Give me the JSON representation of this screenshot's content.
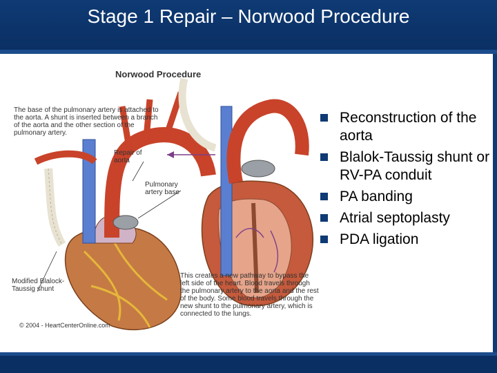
{
  "slide": {
    "title": "Stage 1 Repair – Norwood Procedure",
    "bullets": [
      "Reconstruction of the aorta",
      "Blalok-Taussig shunt or RV-PA conduit",
      "PA banding",
      "Atrial septoplasty",
      "PDA ligation"
    ]
  },
  "figure": {
    "title": "Norwood Procedure",
    "caption_base": "The base of the pulmonary artery is attached to the aorta. A shunt is inserted between a branch of the aorta and the other section of the pulmonary artery.",
    "label_repair": "Repair of aorta",
    "label_pa_base": "Pulmonary artery base",
    "label_shunt": "Modified Blalock-Taussig shunt",
    "caption_pathway": "This creates a new pathway to bypass the left side of the heart. Blood travels through the pulmonary artery to the aorta and the rest of the body. Some blood travels through the new shunt to the pulmonary artery, which is connected to the lungs.",
    "copyright": "© 2004 - HeartCenterOnline.com"
  },
  "colors": {
    "brand_navy": "#0f3a74",
    "aorta_red": "#c8432a",
    "vein_blue": "#5a7fd0"
  }
}
